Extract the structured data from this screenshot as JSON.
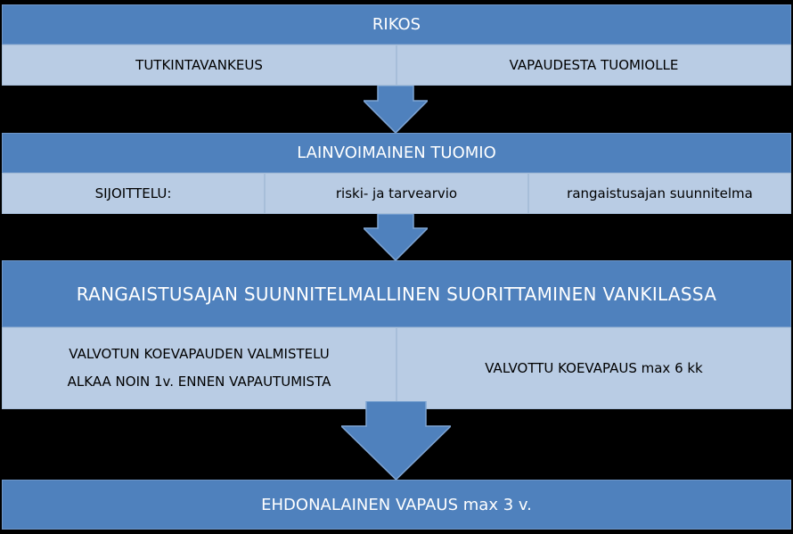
{
  "stage1": {
    "title": "RIKOS",
    "cells": [
      "TUTKINTAVANKEUS",
      "VAPAUDESTA TUOMIOLLE"
    ]
  },
  "stage2": {
    "title": "LAINVOIMAINEN TUOMIO",
    "cells": [
      "SIJOITTELU:",
      "riski- ja tarvearvio",
      "rangaistusajan suunnitelma"
    ]
  },
  "stage3": {
    "title": "RANGAISTUSAJAN SUUNNITELMALLINEN SUORITTAMINEN VANKILASSA",
    "cell1_line1": "VALVOTUN KOEVAPAUDEN VALMISTELU",
    "cell1_line2": "ALKAA NOIN 1v. ENNEN VAPAUTUMISTA",
    "cell2": "VALVOTTU KOEVAPAUS max 6 kk"
  },
  "stage4": {
    "title": "EHDONALAINEN VAPAUS max 3 v."
  },
  "colors": {
    "header": "#4f81bd",
    "cell": "#b9cce4",
    "background": "#000000"
  }
}
